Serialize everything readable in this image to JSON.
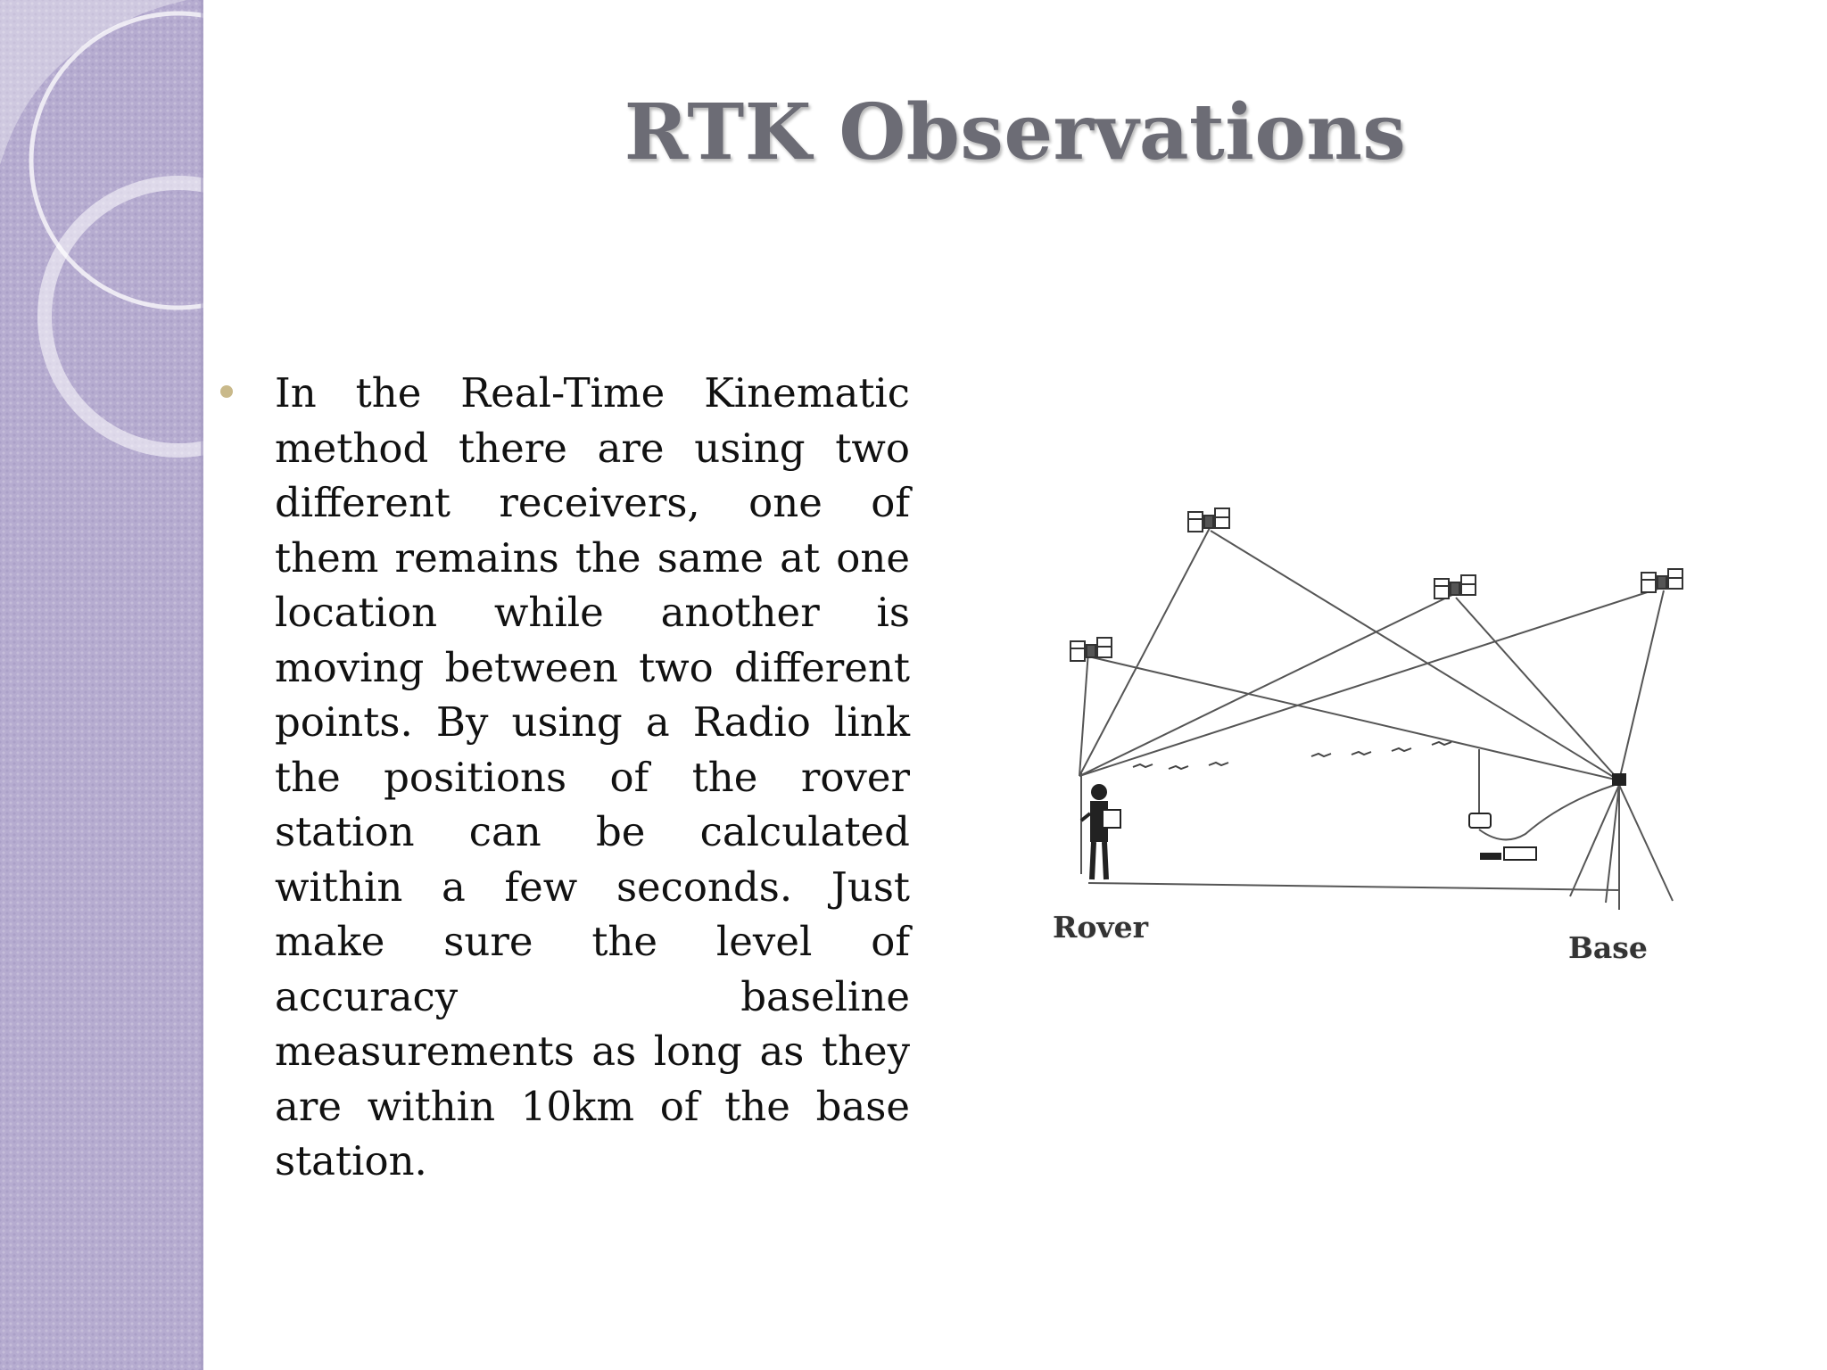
{
  "slide": {
    "title": "RTK Observations",
    "body": "In the Real-Time Kinematic method there are using two different receivers, one of them remains the same at one location while another is moving between two different points. By using a Radio link the positions of the rover station can be calculated within a few seconds. Just make sure the level of accuracy baseline measurements as long as they are within 10km of the base station."
  },
  "figure": {
    "rover_label": "Rover",
    "base_label": "Base"
  },
  "colors": {
    "panel": "#b6acd0",
    "title": "#6c6c75",
    "bullet": "#c9b98a"
  }
}
